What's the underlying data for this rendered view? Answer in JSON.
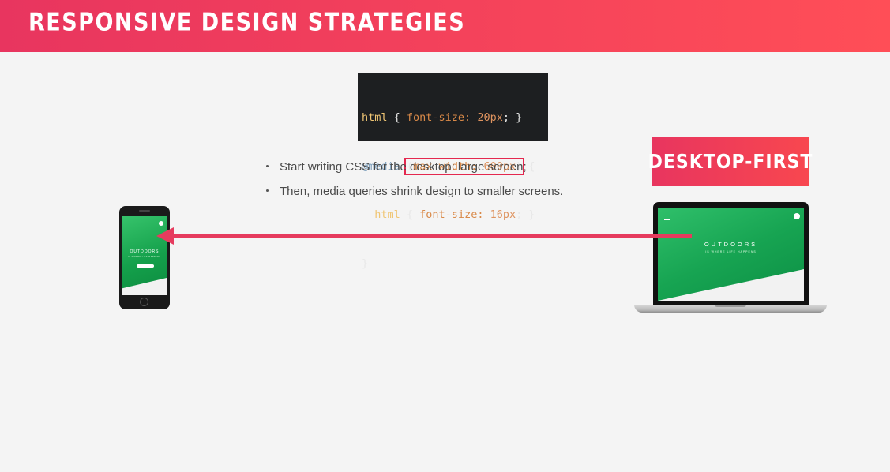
{
  "header": {
    "title": "Responsive design strategies"
  },
  "code": {
    "line1": {
      "selector": "html",
      "open": " { ",
      "prop": "font-size:",
      "value": " 20px",
      "close": "; }"
    },
    "line2": {
      "at": "@media",
      "paren_open": "(",
      "query_prop": "max-width:",
      "query_value": " 600px",
      "paren_close": ")",
      "brace": " {"
    },
    "line3": {
      "indent": "  ",
      "selector": "html",
      "open": " { ",
      "prop": "font-size:",
      "value": " 16px",
      "close": "; }"
    },
    "line4": {
      "close": "}"
    }
  },
  "bullets": [
    "Start writing CSS for the desktop: large screen;",
    "Then, media queries shrink design to smaller screens."
  ],
  "badge": {
    "label": "DESKTOP-FIRST"
  },
  "devices": {
    "laptop": {
      "brand": "OUTDOORS",
      "tagline": "IS WHERE LIFE HAPPENS"
    },
    "phone": {
      "brand": "OUTDOORS",
      "tagline": "IS WHERE LIFE HAPPENS"
    }
  },
  "colors": {
    "accent": "#e8355f",
    "accent_end": "#ff4e57",
    "code_bg": "#1d1f21",
    "arrow": "#e63b5e"
  },
  "icons": {
    "arrow": "arrow-left-icon"
  }
}
